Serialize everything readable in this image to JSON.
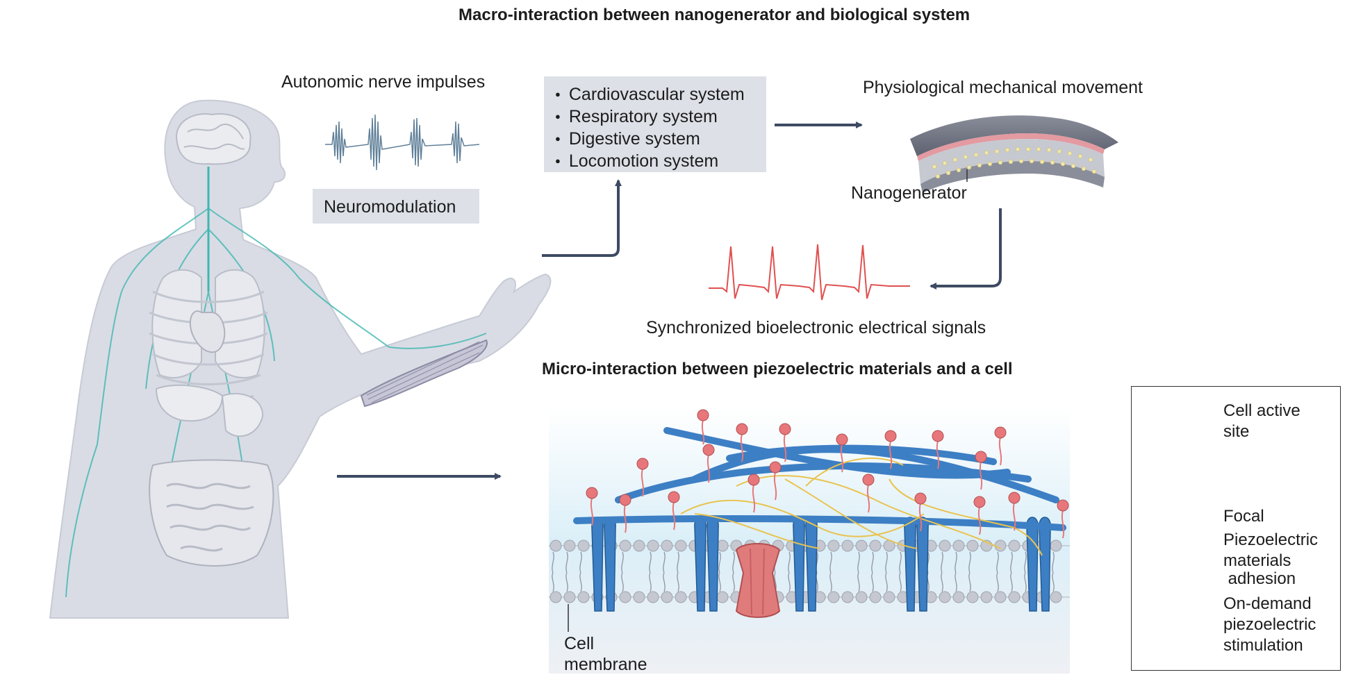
{
  "titles": {
    "macro": "Macro-interaction between nanogenerator and biological system",
    "micro": "Micro-interaction between piezoelectric materials and a cell"
  },
  "nerve": {
    "label": "Autonomic nerve impulses",
    "box_label": "Neuromodulation"
  },
  "systems": [
    "Cardiovascular system",
    "Respiratory system",
    "Digestive system",
    "Locomotion system"
  ],
  "mechanical": {
    "label": "Physiological mechanical movement",
    "device_label": "Nanogenerator"
  },
  "signals": {
    "label": "Synchronized bioelectronic electrical signals"
  },
  "cell": {
    "membrane_label_1": "Cell",
    "membrane_label_2": "membrane"
  },
  "legend": [
    {
      "icon": "cell-active-site-icon",
      "lines": [
        "Cell active",
        "site"
      ]
    },
    {
      "icon": "focal-adhesion-icon",
      "lines": [
        "Focal",
        " adhesion"
      ]
    },
    {
      "icon": "piezoelectric-materials-icon",
      "lines": [
        "Piezoelectric",
        "materials"
      ]
    },
    {
      "icon": "stimulation-icon",
      "lines": [
        "On-demand",
        "piezoelectric",
        "stimulation"
      ]
    }
  ],
  "colors": {
    "arrow": "#3d4a63",
    "body": "#d6d9e2",
    "nerve": "#3fb7b0",
    "fiber": "#3d7fc4",
    "active_site": "#e7777a",
    "stimulation": "#e9c34f",
    "ecg": "#e05050"
  }
}
